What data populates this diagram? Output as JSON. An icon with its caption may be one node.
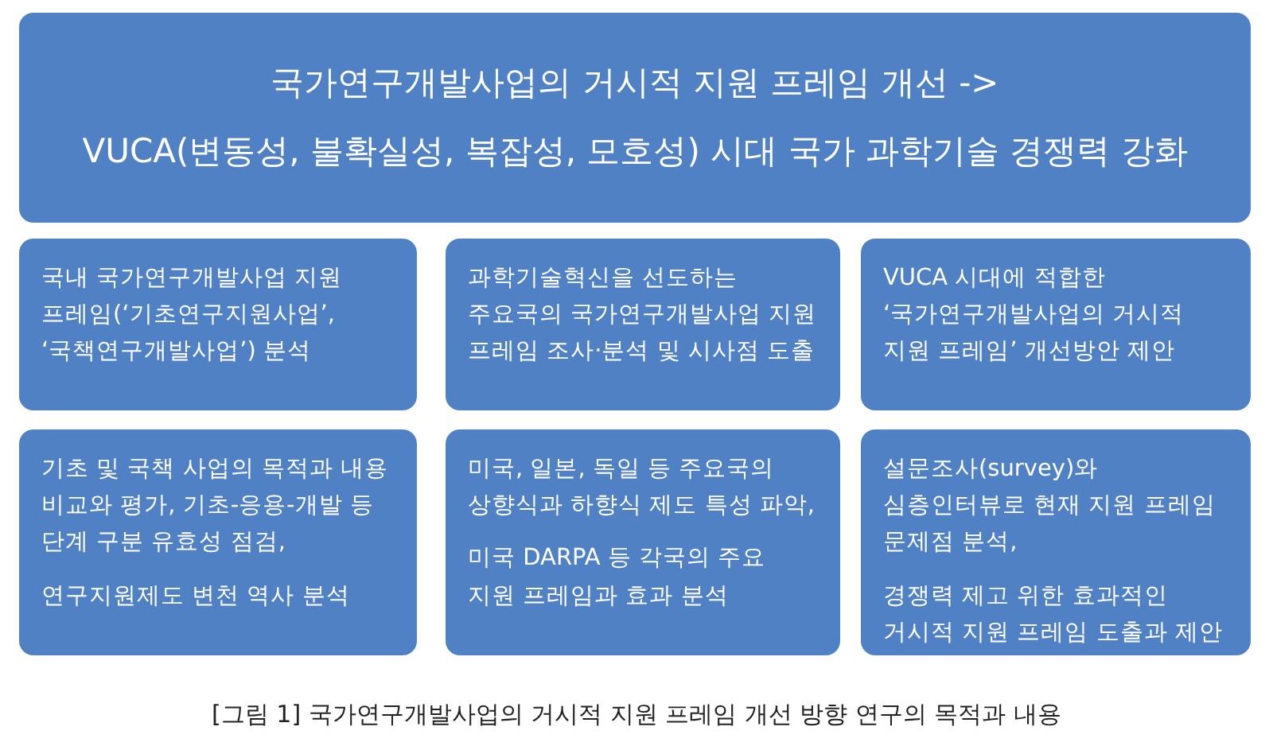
{
  "diagram": {
    "caption": "[그림 1] 국가연구개발사업의 거시적 지원 프레임 개선 방향 연구의 목적과 내용",
    "nodes": [
      {
        "text": [
          "국가연구개발사업의 거시적 지원 프레임 개선 ->",
          "VUCA(변동성, 불확실성, 복잡성, 모호성) 시대 국가 과학기술 경쟁력 강화"
        ]
      },
      {
        "text": [
          "국내 국가연구개발사업 지원 프레임(‘기초연구지원사업’, ‘국책연구개발사업’) 분석"
        ]
      },
      {
        "text": [
          "과학기술혁신을 선도하는 주요국의 국가연구개발사업 지원 프레임 조사·분석 및 시사점 도출"
        ]
      },
      {
        "text": [
          "VUCA 시대에 적합한 ‘국가연구개발사업의 거시적 지원 프레임’ 개선방안 제안"
        ]
      },
      {
        "text": [
          "기초 및 국책 사업의 목적과 내용 비교와 평가, 기초-응용-개발 등 단계 구분 유효성 점검,",
          "연구지원제도 변천 역사 분석"
        ]
      },
      {
        "text": [
          "미국, 일본, 독일 등 주요국의 상향식과 하향식 제도 특성 파악,",
          "미국 DARPA 등 각국의 주요 지원 프레임과 효과 분석"
        ]
      },
      {
        "text": [
          "설문조사(survey)와 심층인터뷰로 현재 지원 프레임 문제점 분석,",
          "경쟁력 제고 위한 효과적인 거시적 지원 프레임 도출과 제안"
        ]
      }
    ]
  }
}
